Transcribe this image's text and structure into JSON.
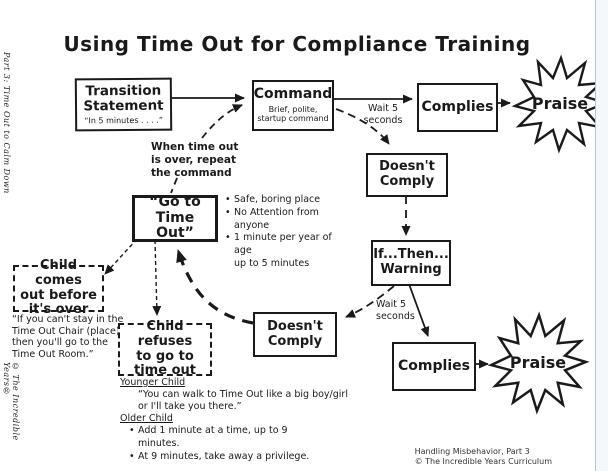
{
  "page": {
    "title": "Using Time Out for Compliance Training",
    "sidebar_top": "Part 3: Time Out to Calm Down",
    "sidebar_bottom": "© The Incredible Years®",
    "footer_line1": "Handling Misbehavior, Part 3",
    "footer_line2": "© The Incredible Years Curriculum"
  },
  "colors": {
    "ink": "#1a1a1a",
    "page_edge_line": "#b7c4d2",
    "page_edge_fill": "#f4f8fc"
  },
  "nodes": {
    "transition": {
      "title": "Transition\nStatement",
      "subtitle": "“In 5 minutes . . . .”"
    },
    "command": {
      "title": "Command",
      "subtitle": "Brief, polite,\nstartup command"
    },
    "complies_top": {
      "label": "Complies"
    },
    "praise_top": {
      "label": "Praise"
    },
    "doesnt_comply_top": {
      "label": "Doesn't\nComply"
    },
    "if_then_warning": {
      "label": "If...Then...\nWarning"
    },
    "complies_bottom": {
      "label": "Complies"
    },
    "praise_bottom": {
      "label": "Praise"
    },
    "doesnt_comply_bottom": {
      "label": "Doesn't\nComply"
    },
    "go_to_timeout": {
      "label": "“Go to\nTime Out”"
    },
    "child_comes_out": {
      "label": "Child comes\nout before\nit's over"
    },
    "child_refuses": {
      "label": "Child refuses\nto go to\ntime out"
    }
  },
  "annotations": {
    "wait5_top": "Wait 5\nseconds",
    "wait5_bottom": "Wait 5\nseconds",
    "when_over": "When time out\nis over, repeat\nthe command",
    "timeout_rules": [
      "Safe, boring place",
      "No Attention from anyone",
      "1 minute per year of age\nup to 5 minutes"
    ],
    "cant_stay_quote": "“If you can't stay in the\nTime Out Chair (place),\nthen you'll go to the\nTime Out Room.”",
    "younger_child_heading": "Younger Child",
    "younger_child_quote": "“You can walk to Time Out like a big boy/girl\nor I'll take you there.”",
    "older_child_heading": "Older Child",
    "older_child_points": [
      "Add 1 minute at a time, up to 9 minutes.",
      "At 9 minutes, take away a privilege."
    ]
  }
}
